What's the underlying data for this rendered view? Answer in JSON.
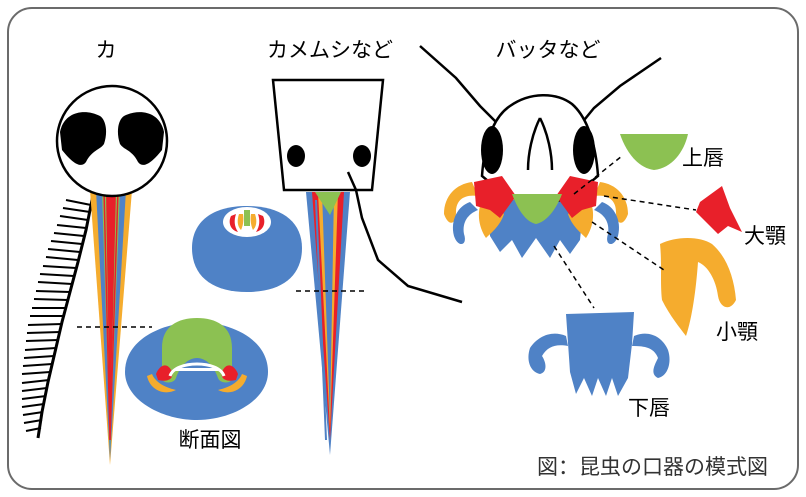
{
  "labels": {
    "mosquito": "カ",
    "stinkbug": "カメムシなど",
    "grasshopper": "バッタなど",
    "upper_lip": "上唇",
    "mandible": "大顎",
    "maxilla": "小顎",
    "lower_lip": "下唇",
    "cross_section": "断面図",
    "caption": "図：昆虫の口器の模式図"
  },
  "colors": {
    "upper_lip": "#8cc152",
    "mandible": "#e8202a",
    "maxilla": "#f5ac2e",
    "lower_lip": "#4f82c6",
    "outline": "#000000"
  }
}
